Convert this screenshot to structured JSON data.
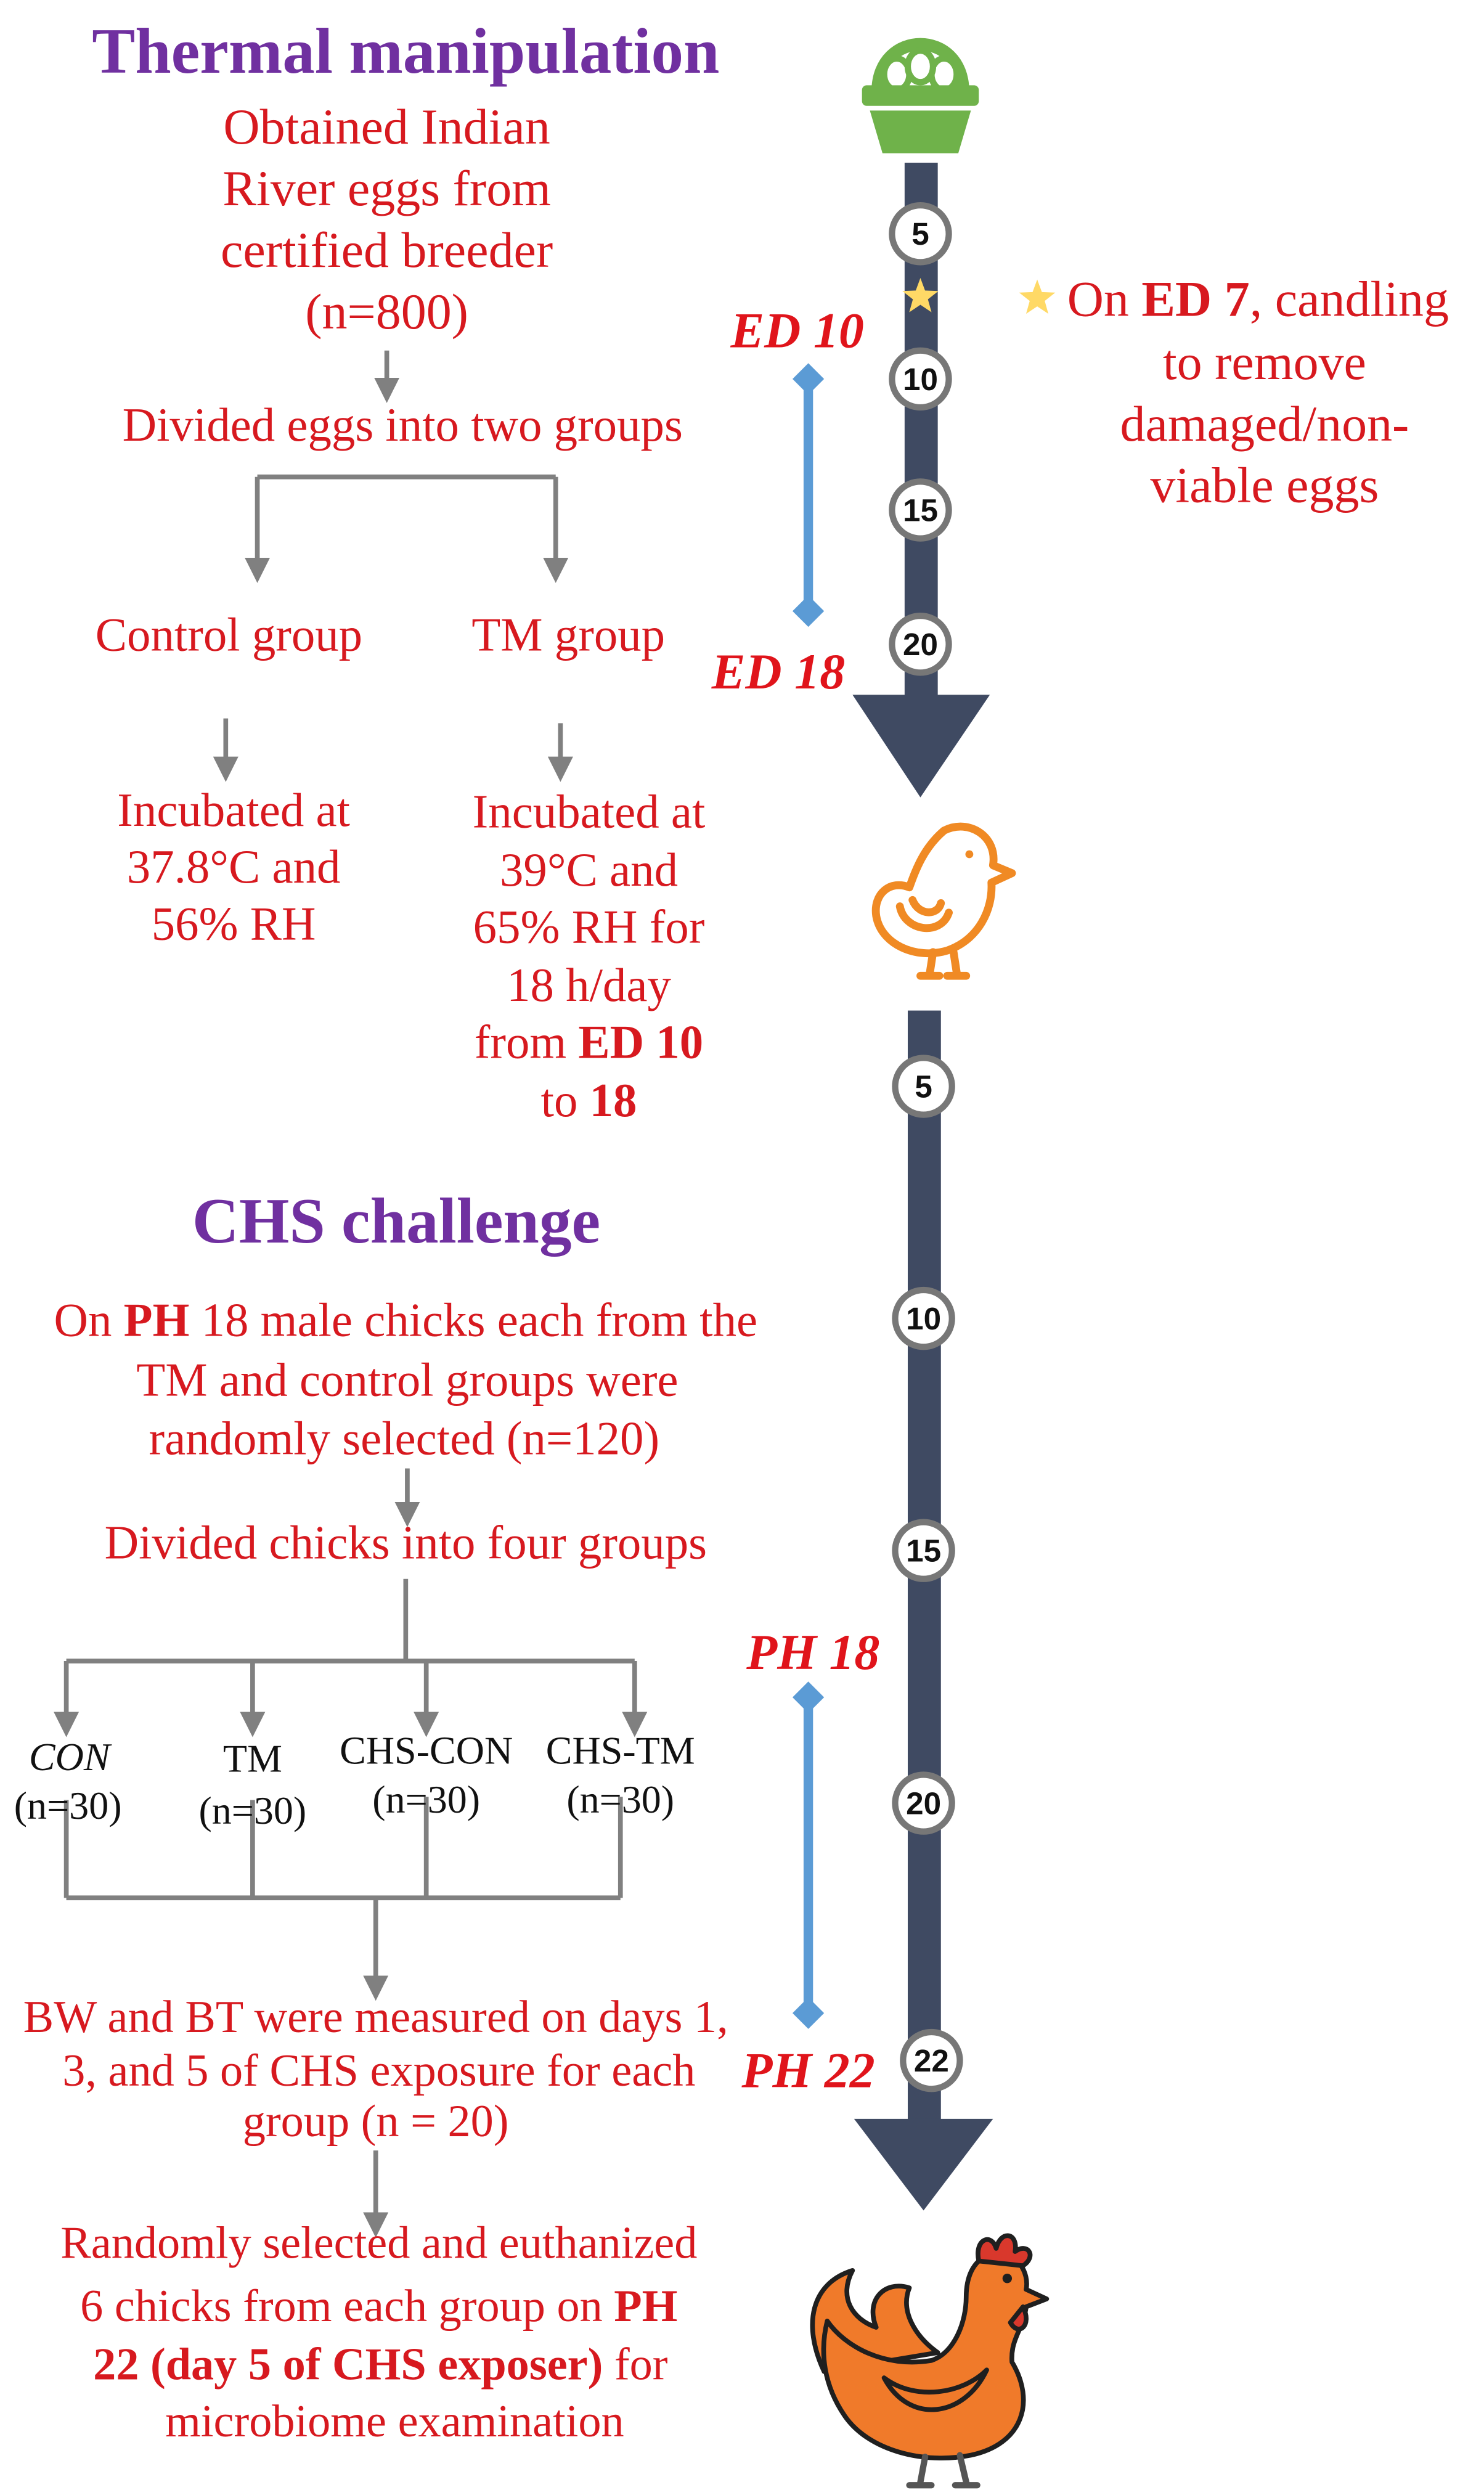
{
  "colors": {
    "text_red": "#d7191f",
    "title_purple": "#7030a0",
    "phase_red": "#e0141b",
    "timeline_navy": "#3f4a62",
    "period_blue": "#5b9bd5",
    "arrow_gray": "#808080",
    "basket_green": "#6fb24a",
    "chick_orange": "#f08a24",
    "hen_orange": "#f07a2a",
    "star_yellow": "#ffd966"
  },
  "icons": {
    "incubation_start": "egg-basket-icon",
    "hatch": "chick-icon",
    "end": "hen-icon",
    "candling_marker": "star-icon"
  },
  "thermal": {
    "title": "Thermal manipulation",
    "source": [
      "Obtained Indian",
      "River eggs from",
      "certified breeder",
      "(n=800)"
    ],
    "divide": "Divided eggs into two groups",
    "control": {
      "label": "Control group",
      "conditions": [
        "Incubated at",
        "37.8°C and",
        "56% RH"
      ]
    },
    "tm": {
      "label": "TM group",
      "conditions": [
        "Incubated at",
        "39°C and",
        "65% RH for",
        "18 h/day"
      ],
      "from": {
        "text": "from ",
        "bold": "ED 10"
      },
      "to": {
        "text": "to ",
        "bold": "18"
      }
    }
  },
  "chs": {
    "title": "CHS challenge",
    "selection": {
      "line1": {
        "text_before": "On ",
        "bold": "PH",
        "text_after": " 18 male chicks each from the"
      },
      "line2": "TM and control groups were",
      "line3": "randomly selected (n=120)"
    },
    "divide": "Divided chicks into four groups",
    "groups": [
      {
        "label": "CON",
        "n": "(n=30)"
      },
      {
        "label": "TM",
        "n": "(n=30)"
      },
      {
        "label": "CHS-CON",
        "n": "(n=30)"
      },
      {
        "label": "CHS-TM",
        "n": "(n=30)"
      }
    ],
    "measurement": [
      "BW and BT were measured on days 1,",
      "3, and 5 of CHS exposure for each",
      "group (n = 20)"
    ],
    "sampling": {
      "line1": "Randomly selected and euthanized",
      "line2": {
        "text": "6 chicks from each group on ",
        "bold": "PH"
      },
      "line3": {
        "bold": "22 (day 5 of CHS exposer)",
        "text": " for"
      },
      "line4": "microbiome examination"
    }
  },
  "timeline": {
    "embryonic": {
      "ticks": [
        "5",
        "10",
        "15",
        "20"
      ],
      "period_start": "ED 10",
      "period_end": "ED 18"
    },
    "candling_note": {
      "text_before": "On ",
      "bold": "ED 7",
      "text_after": ", candling",
      "lines": [
        "to remove",
        "damaged/non-",
        "viable eggs"
      ]
    },
    "posthatch": {
      "ticks": [
        "5",
        "10",
        "15",
        "20",
        "22"
      ],
      "period_start": "PH 18",
      "period_end": "PH 22"
    }
  }
}
